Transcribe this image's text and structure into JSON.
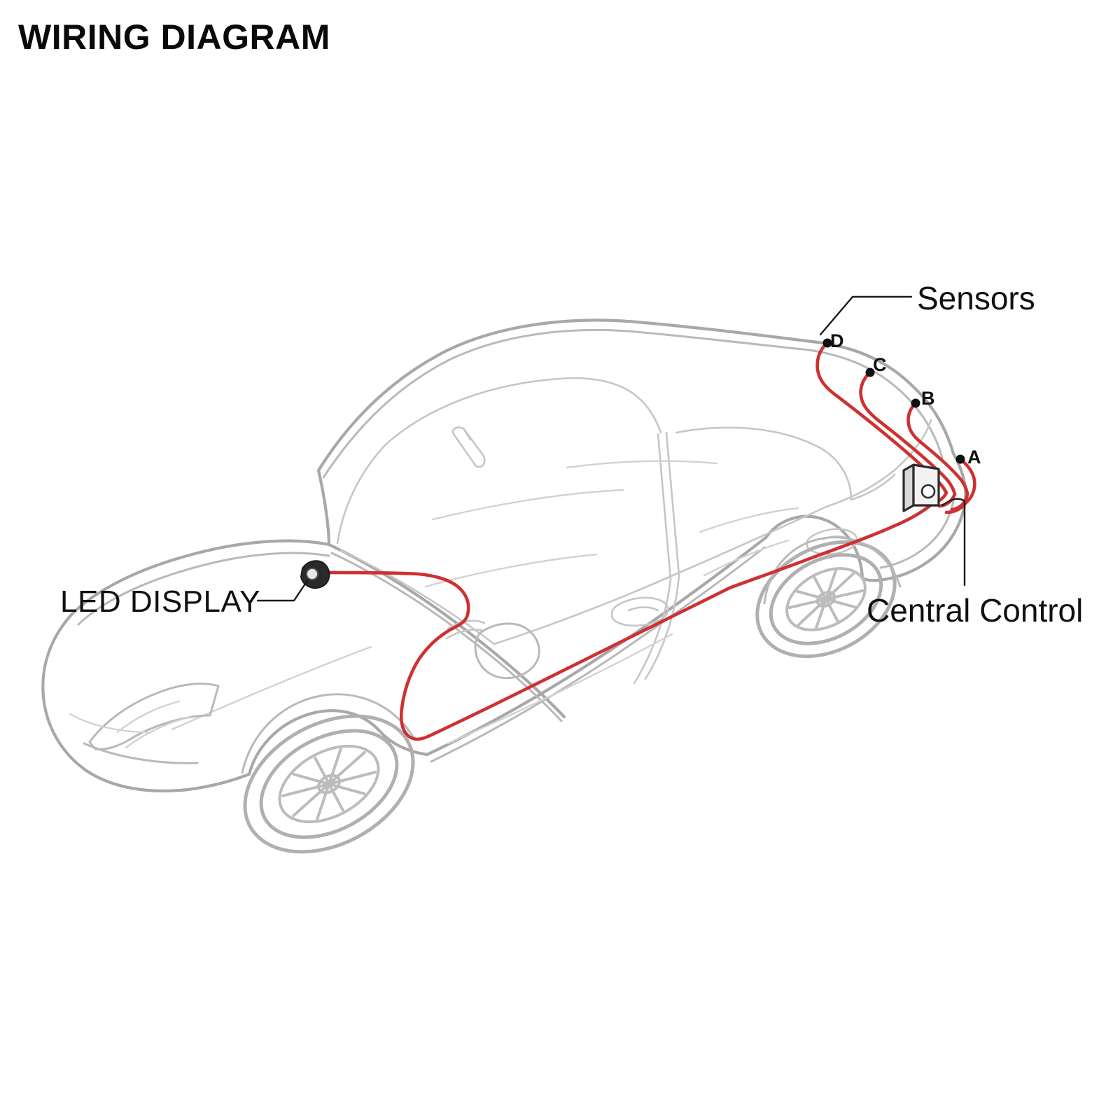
{
  "page": {
    "title": "WIRING DIAGRAM",
    "background_color": "#ffffff"
  },
  "colors": {
    "title_text": "#0a0a0a",
    "car_outline": "#a8a8a8",
    "glass_outline": "#c6c6c6",
    "wire": "#cf3030",
    "label_text": "#111111",
    "leader_line": "#1a1a1a",
    "control_module": "#2b2b2b",
    "led_display": "#2a2a2a"
  },
  "labels": {
    "sensors_group": "Sensors",
    "central_control": "Central Control",
    "led_display": "LED DISPLAY"
  },
  "sensors": [
    {
      "id": "D",
      "label": "D"
    },
    {
      "id": "C",
      "label": "C"
    },
    {
      "id": "B",
      "label": "B"
    },
    {
      "id": "A",
      "label": "A"
    }
  ],
  "components": {
    "central_control_name": "Central Control",
    "led_display_name": "LED DISPLAY",
    "sensor_count": 4
  }
}
